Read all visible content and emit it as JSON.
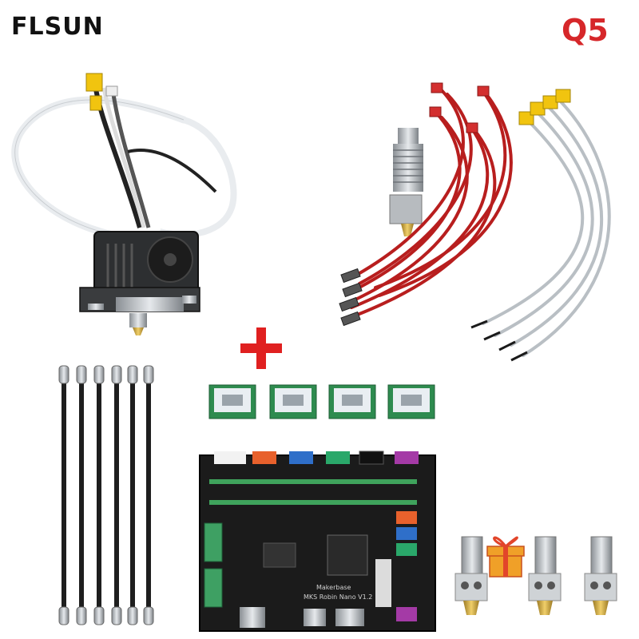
{
  "header": {
    "brand": "FLSUN",
    "model": "Q5"
  },
  "board": {
    "label_brand": "Makerbase",
    "label_model": "MKS Robin Nano V1.2"
  },
  "colors": {
    "model_red": "#d6272a",
    "wire_red": "#b81e1e",
    "plus_red": "#e02020",
    "pcb": "#1b1b1b",
    "terminal_green": "#3ea063",
    "nozzle_brass": "#c9a23a"
  },
  "items": [
    "hotend-assembly",
    "heater-cartridges",
    "thermistors",
    "heat-break",
    "stepper-drivers",
    "control-board",
    "diagonal-rods",
    "nozzles",
    "gift-icon"
  ]
}
